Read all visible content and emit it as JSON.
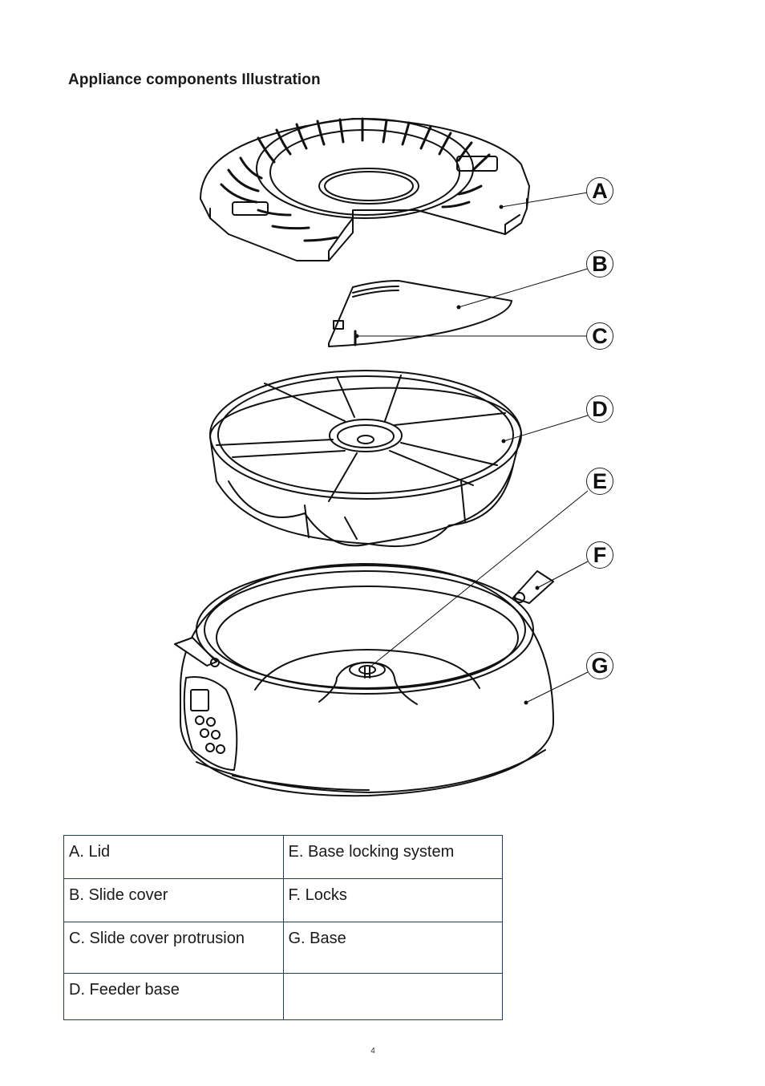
{
  "heading": "Appliance components Illustration",
  "callouts": [
    "A",
    "B",
    "C",
    "D",
    "E",
    "F",
    "G"
  ],
  "legend": {
    "rows": [
      [
        "A. Lid",
        "E. Base locking system"
      ],
      [
        "B. Slide cover",
        "F. Locks"
      ],
      [
        "C. Slide cover protrusion",
        "G. Base"
      ],
      [
        "D. Feeder base",
        ""
      ]
    ]
  },
  "page_number": "4"
}
